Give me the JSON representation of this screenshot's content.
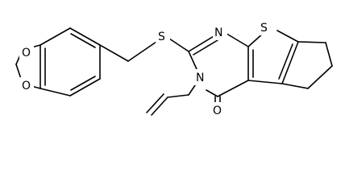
{
  "atoms": {
    "s_thiophene": "S",
    "n_top": "N",
    "s_thioether": "S",
    "n_bottom": "N",
    "o_carbonyl": "O",
    "o_dioxole_top": "O",
    "o_dioxole_bottom": "O"
  }
}
